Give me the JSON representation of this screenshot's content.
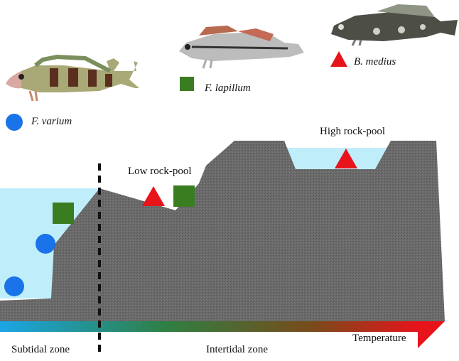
{
  "species": [
    {
      "id": "f_varium",
      "name": "F. varium",
      "marker": "circle",
      "color": "#1a73e8",
      "fish_icon": "striped-blenny-fish"
    },
    {
      "id": "f_lapillum",
      "name": "F. lapillum",
      "marker": "square",
      "color": "#3a7d21",
      "fish_icon": "slender-blenny-fish"
    },
    {
      "id": "b_medius",
      "name": "B. medius",
      "marker": "triangle",
      "color": "#e8141b",
      "fish_icon": "spotted-blenny-fish"
    }
  ],
  "habitats": {
    "low_pool": "Low rock-pool",
    "high_pool": "High rock-pool"
  },
  "zones": {
    "subtidal": "Subtidal zone",
    "intertidal": "Intertidal zone"
  },
  "gradient": {
    "label": "Temperature",
    "colors": [
      "#1aa6e6",
      "#2f7f42",
      "#7a4a1a",
      "#e8141b"
    ]
  },
  "colors": {
    "water": "#bfeefa",
    "rock": "#6b6b6b",
    "boundary": "#111111"
  }
}
